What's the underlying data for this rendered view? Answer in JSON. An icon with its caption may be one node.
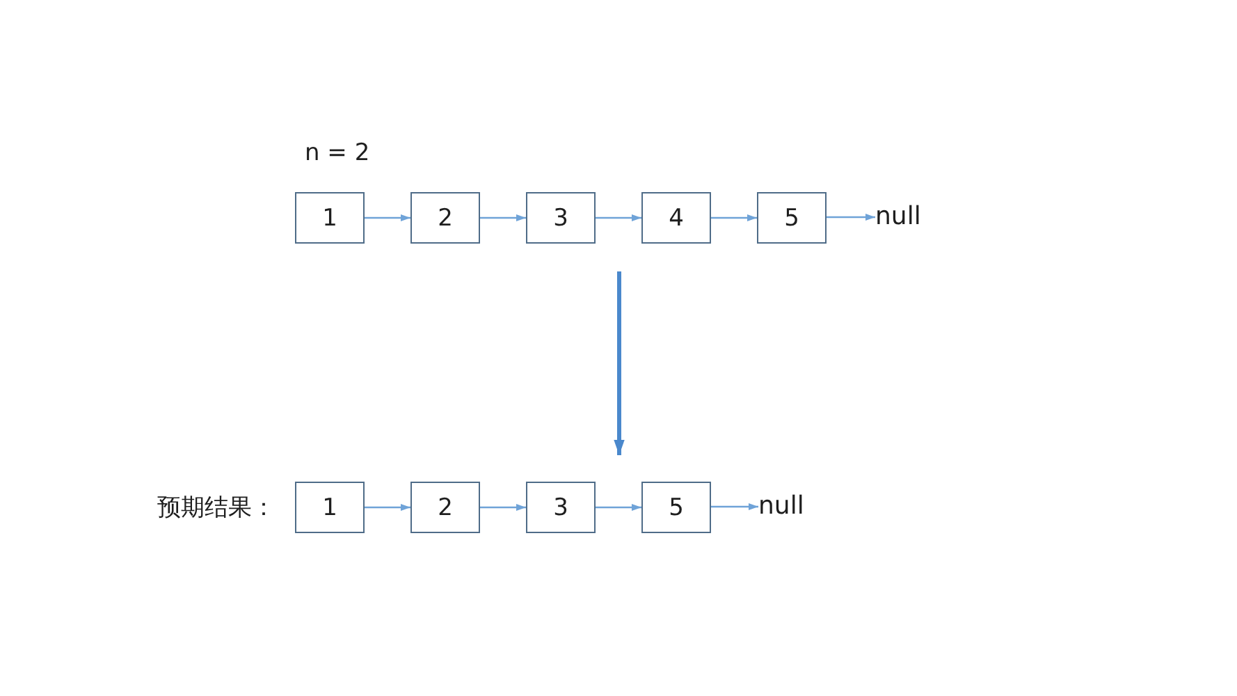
{
  "diagram": {
    "nodes": [
      {
        "text": [
          "1"
        ]
      },
      {
        "text": [
          "2"
        ]
      },
      {
        "text": [
          "3"
        ]
      },
      {
        "text": [
          "4"
        ]
      },
      {
        "text": [
          "5"
        ]
      },
      {
        "text": [
          "null"
        ]
      },
      {
        "text": [
          "1"
        ]
      },
      {
        "text": [
          "2"
        ]
      },
      {
        "text": [
          "3"
        ]
      },
      {
        "text": [
          "5"
        ]
      },
      {
        "text": [
          "null"
        ]
      }
    ],
    "edges": [
      {
        "from": 0,
        "to": 1,
        "arrow": "to"
      },
      {
        "from": 1,
        "to": 2,
        "arrow": "to"
      },
      {
        "from": 2,
        "to": 3,
        "arrow": "to"
      },
      {
        "from": 3,
        "to": 4,
        "arrow": "to"
      },
      {
        "from": 4,
        "to": 5,
        "arrow": "to"
      },
      {
        "from": 6,
        "to": 7,
        "arrow": "to"
      },
      {
        "from": 7,
        "to": 8,
        "arrow": "to"
      },
      {
        "from": 8,
        "to": 9,
        "arrow": "to"
      },
      {
        "from": 9,
        "to": 10,
        "arrow": "to"
      }
    ],
    "labels": [
      "n = 2",
      "预期结果："
    ]
  }
}
